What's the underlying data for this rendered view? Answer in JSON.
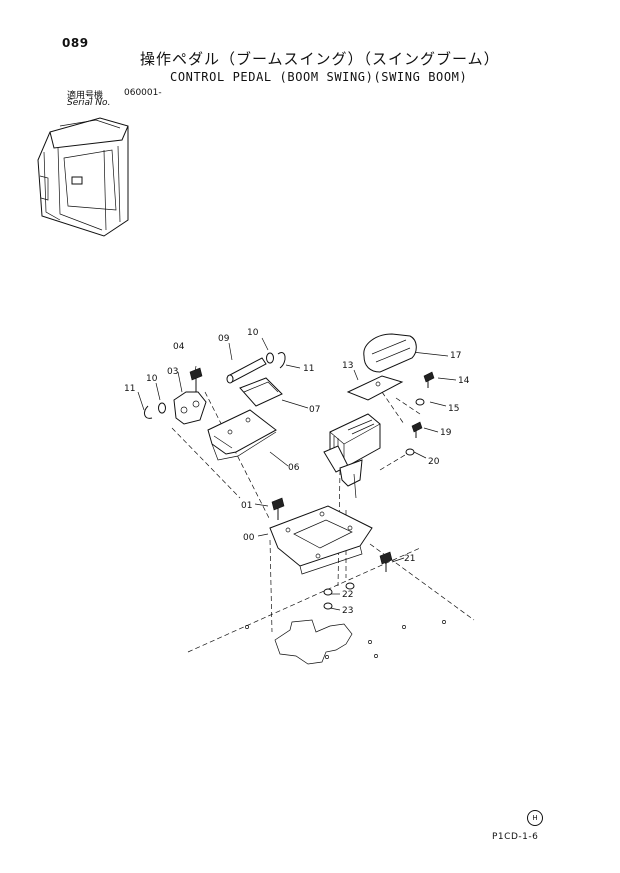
{
  "header": {
    "page_number": "089",
    "title_jp": "操作ペダル（ブームスイング）（スイングブーム）",
    "title_en": "CONTROL PEDAL (BOOM SWING)(SWING BOOM)"
  },
  "serial": {
    "label_jp": "適用号機",
    "value": "060001-",
    "label_en": "Serial No."
  },
  "callouts": [
    "00",
    "01",
    "03",
    "04",
    "06",
    "07",
    "09",
    "10",
    "10",
    "11",
    "11",
    "13",
    "14",
    "15",
    "17",
    "19",
    "20",
    "21",
    "22",
    "23"
  ],
  "footer": {
    "page_code": "P1CD-1-6",
    "mark": "H"
  }
}
